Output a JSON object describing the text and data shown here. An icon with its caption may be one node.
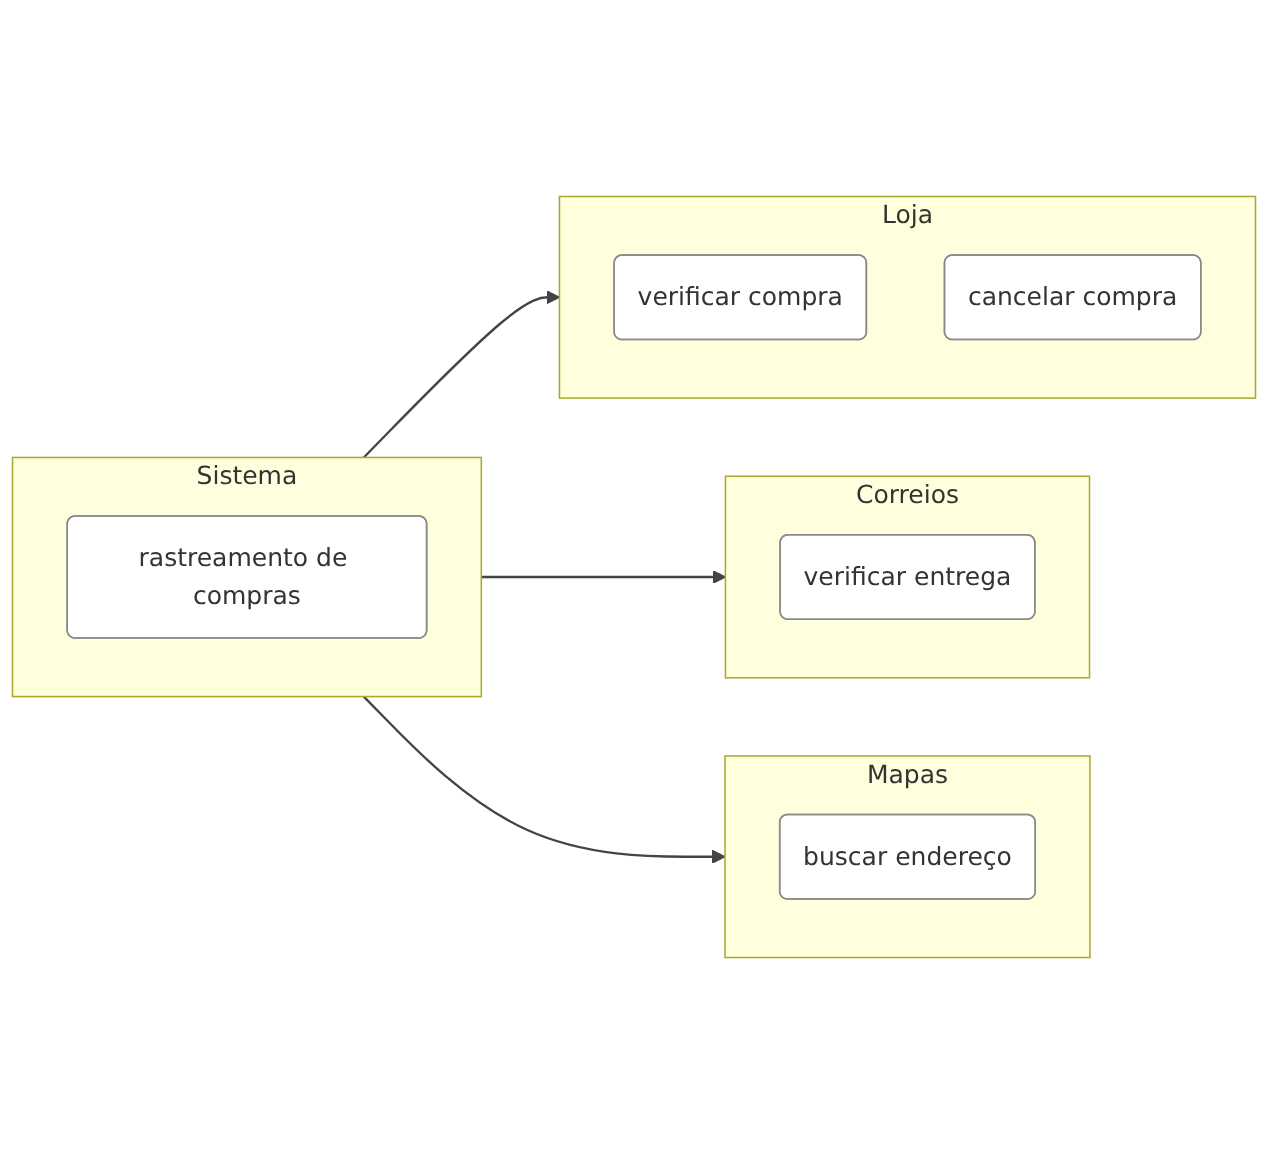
{
  "diagram": {
    "nodes": [
      {
        "text": [
          "Sistema"
        ]
      },
      {
        "text": [
          "rastreamento de compras"
        ],
        "in": 0
      },
      {
        "text": [
          "Loja"
        ]
      },
      {
        "text": [
          "verificar compra"
        ],
        "in": 2
      },
      {
        "text": [
          "cancelar compra"
        ],
        "in": 2
      },
      {
        "text": [
          "Correios"
        ]
      },
      {
        "text": [
          "verificar entrega"
        ],
        "in": 5
      },
      {
        "text": [
          "Mapas"
        ]
      },
      {
        "text": [
          "buscar endereço"
        ],
        "in": 7
      }
    ],
    "edges": [
      {
        "from": 0,
        "to": 2,
        "arrow": "to"
      },
      {
        "from": 0,
        "to": 5,
        "arrow": "to"
      },
      {
        "from": 0,
        "to": 7,
        "arrow": "to"
      }
    ]
  }
}
